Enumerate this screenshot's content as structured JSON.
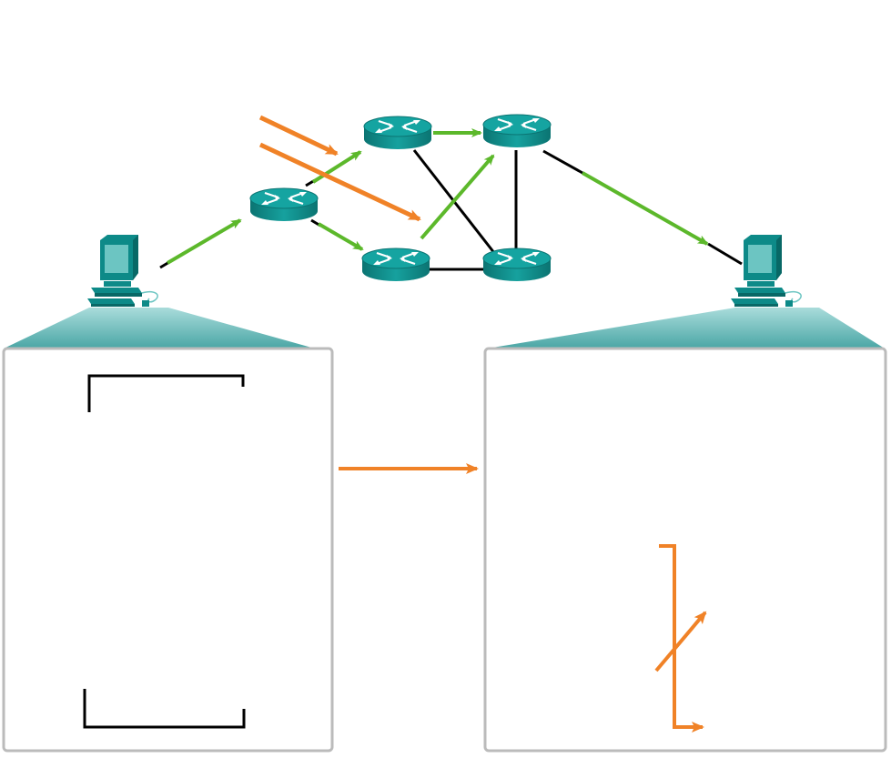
{
  "diagram": {
    "nodes": [
      {
        "id": "pc-source",
        "kind": "computer",
        "icon": "computer-icon"
      },
      {
        "id": "pc-destination",
        "kind": "computer",
        "icon": "computer-icon"
      },
      {
        "id": "router-1",
        "kind": "router",
        "icon": "router-icon"
      },
      {
        "id": "router-2",
        "kind": "router",
        "icon": "router-icon"
      },
      {
        "id": "router-3",
        "kind": "router",
        "icon": "router-icon"
      },
      {
        "id": "router-4",
        "kind": "router",
        "icon": "router-icon"
      },
      {
        "id": "router-5",
        "kind": "router",
        "icon": "router-icon"
      }
    ],
    "links": [
      {
        "from": "pc-source",
        "to": "router-1",
        "style": "path"
      },
      {
        "from": "router-1",
        "to": "router-2",
        "style": "path"
      },
      {
        "from": "router-1",
        "to": "router-3",
        "style": "path"
      },
      {
        "from": "router-2",
        "to": "router-4",
        "style": "path"
      },
      {
        "from": "router-3",
        "to": "router-4",
        "style": "path"
      },
      {
        "from": "router-2",
        "to": "router-5",
        "style": "plain"
      },
      {
        "from": "router-4",
        "to": "router-5",
        "style": "plain"
      },
      {
        "from": "router-3",
        "to": "router-5",
        "style": "plain"
      },
      {
        "from": "router-4",
        "to": "pc-destination",
        "style": "path"
      }
    ],
    "colors": {
      "path": "#5cb82b",
      "accent": "#f08227",
      "link": "#000000",
      "panel_border": "#bbbbbb",
      "device_teal": "#0d8a88",
      "device_light": "#6cc5c2"
    }
  }
}
